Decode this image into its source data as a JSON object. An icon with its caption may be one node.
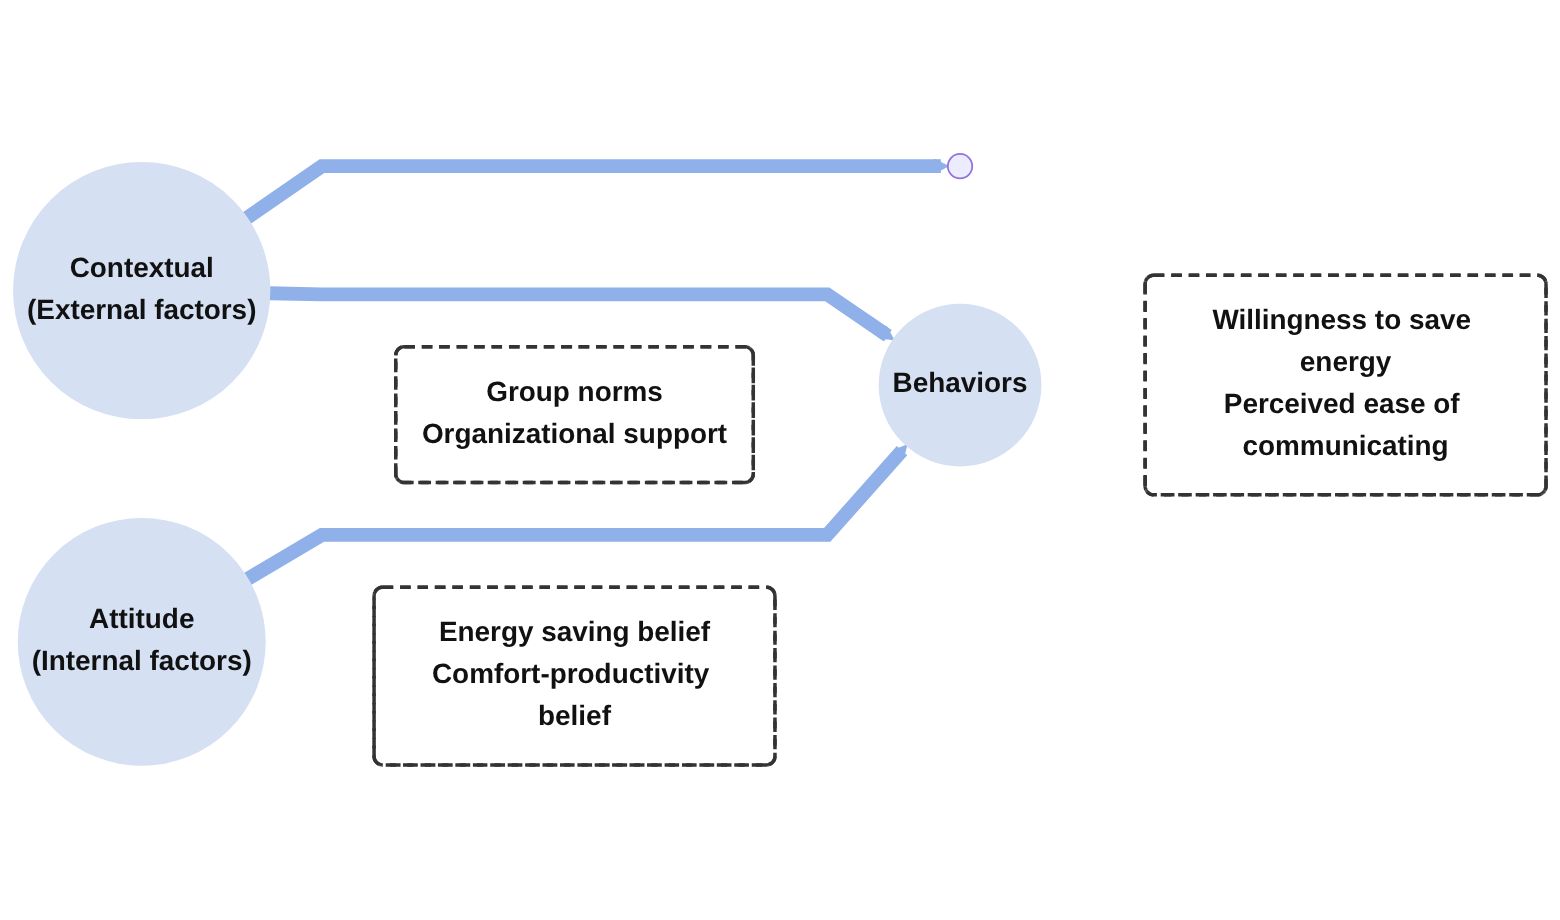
{
  "diagram": {
    "nodes": [
      {
        "text": [
          "Contextual",
          "(External factors)"
        ]
      },
      {
        "text": [
          "Group norms",
          "Organizational support"
        ]
      },
      {
        "text": [
          "Attitude",
          "(Internal factors)"
        ]
      },
      {
        "text": [
          "Behaviors"
        ]
      },
      {
        "text": [
          "Energy saving belief",
          "Comfort-productivity belief"
        ]
      },
      {
        "text": [
          "Willingness to save energy",
          "Perceived ease of communicating"
        ]
      }
    ],
    "edges": [
      {
        "from": 0,
        "to": null,
        "arrow": "to"
      },
      {
        "from": 0,
        "to": 3,
        "arrow": "to"
      },
      {
        "from": 2,
        "to": 3,
        "arrow": "to"
      }
    ]
  }
}
